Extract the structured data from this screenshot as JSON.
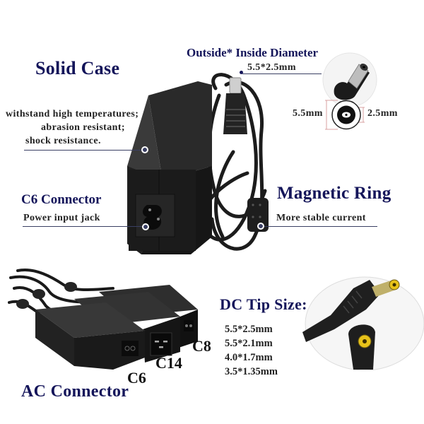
{
  "colors": {
    "heading": "#14155a",
    "body_text": "#222222",
    "adapter_body": "#1f1f1f",
    "tip_yellow": "#e7c21a",
    "background": "#ffffff"
  },
  "top_adapter": {
    "case_title": "Solid Case",
    "case_features": [
      "withstand high temperatures;",
      "abrasion resistant;",
      "shock resistance."
    ],
    "diameter_title": "Outside* Inside Diameter",
    "diameter_value": "5.5*2.5mm",
    "outside_diameter": "5.5mm",
    "inside_diameter": "2.5mm",
    "connector_title": "C6 Connector",
    "connector_desc": "Power input jack",
    "ring_title": "Magnetic Ring",
    "ring_desc": "More stable current"
  },
  "bottom_section": {
    "ac_title": "AC Connector",
    "connector_types": [
      "C6",
      "C14",
      "C8"
    ],
    "dc_tip_title": "DC Tip Size:",
    "dc_tip_sizes": [
      "5.5*2.5mm",
      "5.5*2.1mm",
      "4.0*1.7mm",
      "3.5*1.35mm"
    ]
  }
}
